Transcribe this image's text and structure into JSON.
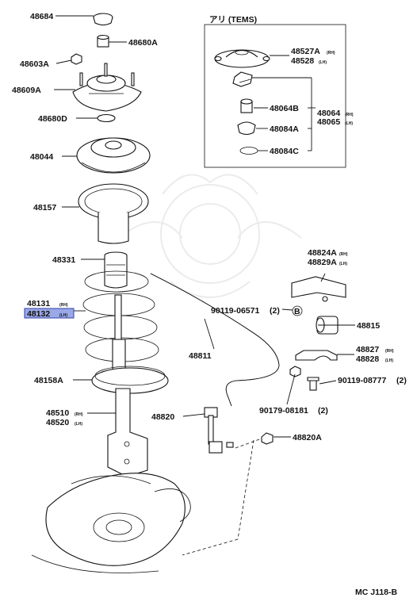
{
  "diagram": {
    "temps_box_title": "アリ (TEMS)",
    "footer_code": "MC J118-B",
    "labels": {
      "p48684": "48684",
      "p48680A": "48680A",
      "p48603A": "48603A",
      "p48609A": "48609A",
      "p48680D": "48680D",
      "p48044": "48044",
      "p48157": "48157",
      "p48331": "48331",
      "p48131": "48131",
      "p48131_side": "(RH)",
      "p48132": "48132",
      "p48132_side": "(LH)",
      "p48158A": "48158A",
      "p48510": "48510",
      "p48510_side": "(RH)",
      "p48520": "48520",
      "p48520_side": "(LH)",
      "p48527A": "48527A",
      "p48527A_side": "(RH)",
      "p48528": "48528",
      "p48528_side": "(LH)",
      "p48064B": "48064B",
      "p48064": "48064",
      "p48064_side": "(RH)",
      "p48065": "48065",
      "p48065_side": "(LH)",
      "p48084A": "48084A",
      "p48084C": "48084C",
      "p48824A": "48824A",
      "p48824A_side": "(RH)",
      "p48829A": "48829A",
      "p48829A_side": "(LH)",
      "p90119_06571": "90119-06571",
      "p90119_06571_qty": "(2)",
      "p48815": "48815",
      "p48811": "48811",
      "p48827": "48827",
      "p48827_side": "(RH)",
      "p48828": "48828",
      "p48828_side": "(LH)",
      "p90119_08777": "90119-08777",
      "p90119_08777_qty": "(2)",
      "p90179_08181": "90179-08181",
      "p90179_08181_qty": "(2)",
      "p48820": "48820",
      "p48820A": "48820A",
      "callout_B": "B"
    }
  }
}
